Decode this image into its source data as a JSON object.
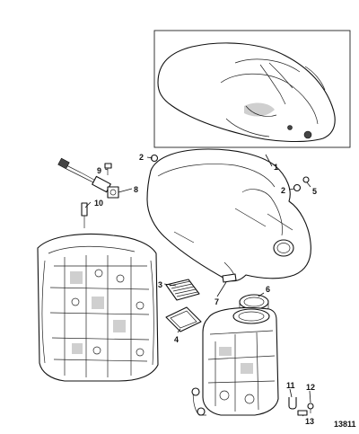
{
  "diagram": {
    "figure_number": "13811",
    "callouts": {
      "c1": "1",
      "c2a": "2",
      "c2b": "2",
      "c3": "3",
      "c4": "4",
      "c5": "5",
      "c6": "6",
      "c7": "7",
      "c8": "8",
      "c9": "9",
      "c10": "10",
      "c11": "11",
      "c12": "12",
      "c13": "13"
    }
  }
}
